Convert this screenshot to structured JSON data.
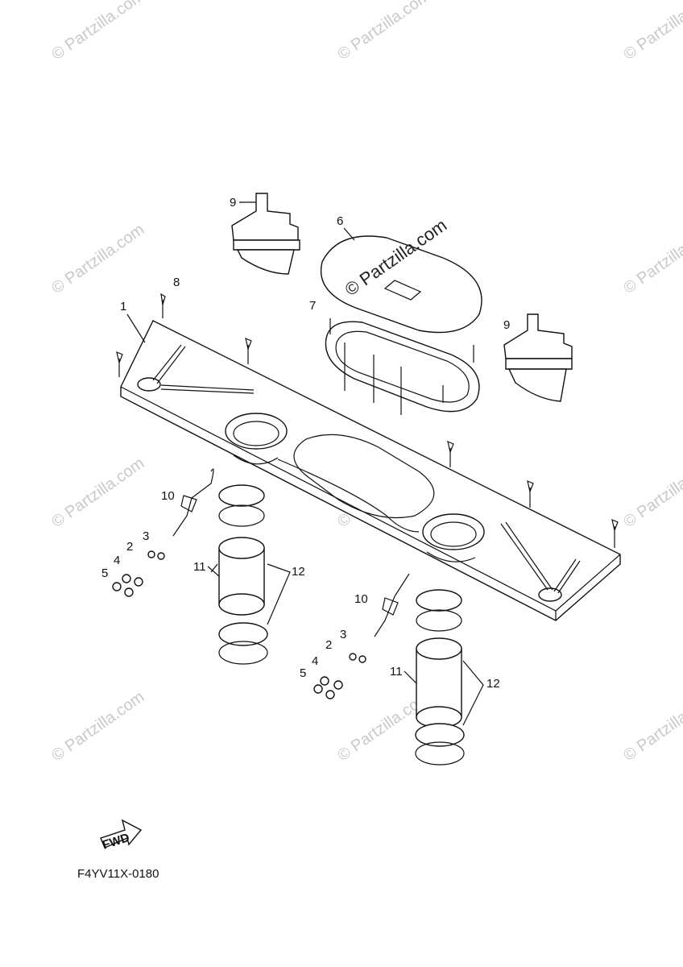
{
  "diagram": {
    "watermark_text": "Partzilla.com",
    "diagram_code": "F4YV11X-0180",
    "fwd_label": "FWD",
    "callouts": [
      "1",
      "2",
      "3",
      "4",
      "5",
      "6",
      "7",
      "8",
      "9",
      "9",
      "10",
      "10",
      "11",
      "11",
      "12",
      "12",
      "2",
      "3",
      "4",
      "5"
    ]
  },
  "colors": {
    "line": "#111111",
    "watermark": "#c9c9c9",
    "background": "#ffffff"
  }
}
